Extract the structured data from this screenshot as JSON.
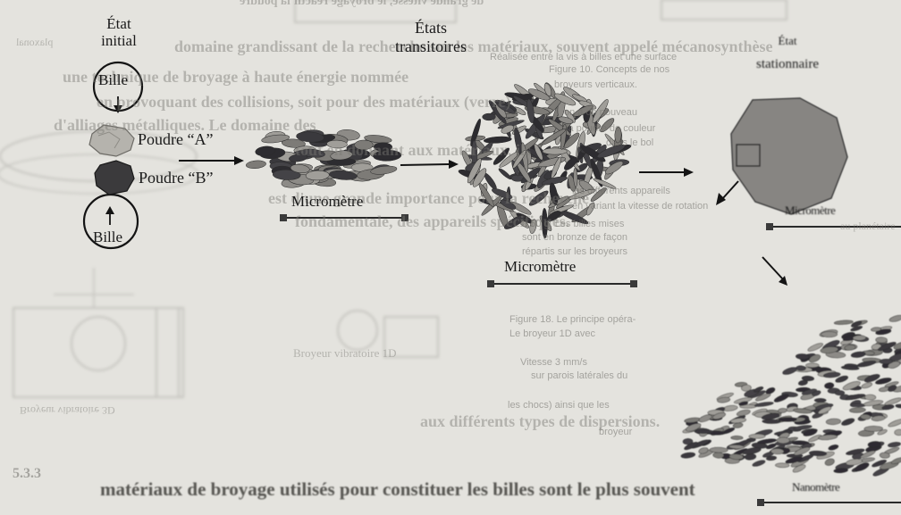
{
  "labels": {
    "initial_state": [
      "État",
      "initial"
    ],
    "bead": "Bille",
    "powder_a": "Poudre “A”",
    "powder_b": "Poudre “B”",
    "micrometer": "Micromètre",
    "transitory_states": [
      "États",
      "transitoires"
    ],
    "stationary_state": [
      "État",
      "stationnaire"
    ],
    "nanometer": "Nanomètre"
  },
  "background_text": {
    "top_left_fragment": "plaxonal",
    "caption_bottom_left": "Broyeur vibratoire 3D",
    "caption_center": "Broyeur vibratoire 1D",
    "right_fragment": "au planétaire",
    "bottom_bold_line": "matériaux de broyage utilisés pour constituer les billes sont le plus souvent",
    "bottom_number": "5.3.3",
    "mirror_top": "de grande vitesse, le broyage réactif la poudre",
    "mirror_lines": [
      "domaine grandissant de la recherche sur les matériaux, souvent appelé mécanosynthèse",
      "une technique de broyage à haute énergie nommée",
      "en provoquant des collisions, soit pour des matériaux (verre)",
      "d'alliages métalliques. Le domaine des",
      "tout en donnant aux matériaux, ils",
      "est d'une grande importance pour la recherche",
      "fondamentale, des appareils spécifiques.",
      "aux différents types de dispersions."
    ],
    "column_lines": [
      "Réalisée entre la vis à billes et une surface",
      "Figure 10. Concepts de nos",
      "broyeurs verticaux.",
      "on a de nouveau",
      "la poudre de couleur",
      "dans le bol",
      "les différents appareils",
      "en variant la vitesse de rotation",
      "à 50 g. Les billes mises",
      "sont en bronze de façon",
      "répartis sur les broyeurs",
      "Figure 18. Le principe opéra-",
      "Le broyeur 1D avec",
      "Vitesse 3 mm/s",
      "sur parois latérales du",
      "les chocs) ainsi que les",
      "broyeur"
    ]
  }
}
